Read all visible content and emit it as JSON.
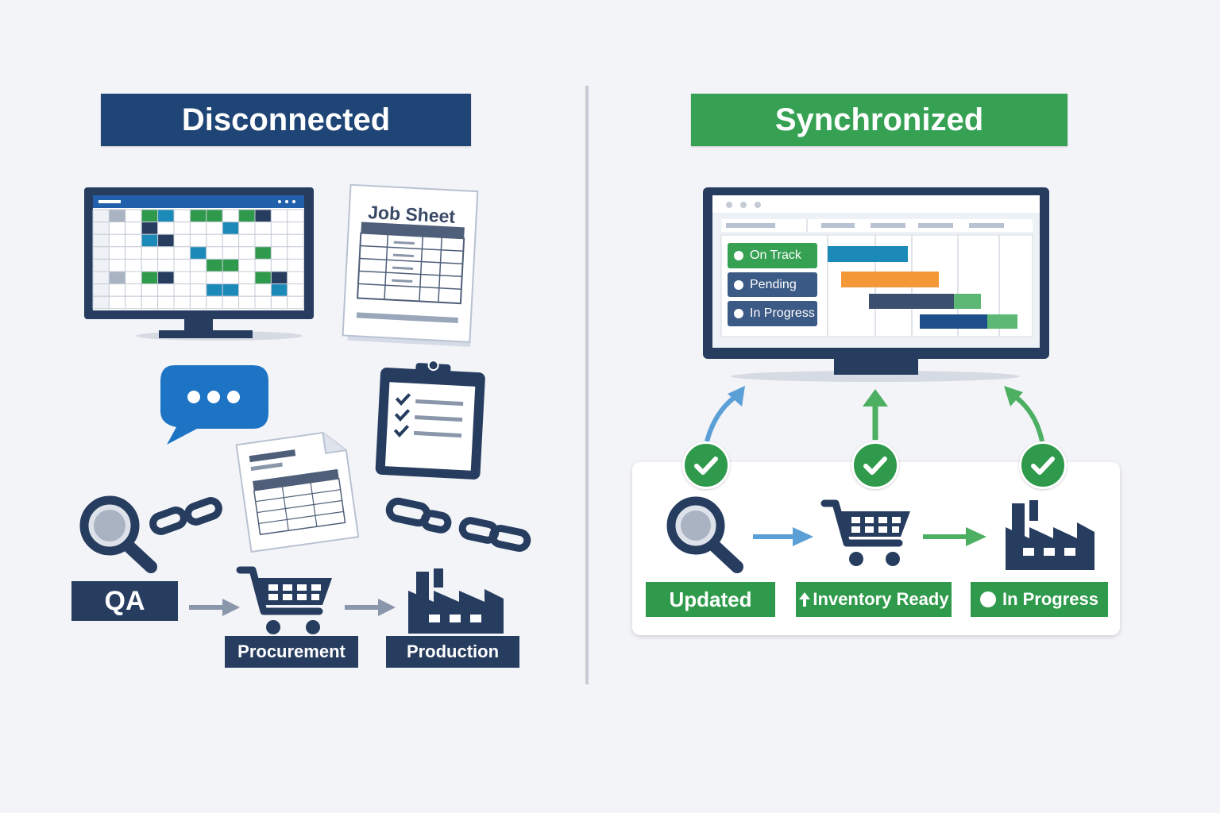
{
  "left_panel": {
    "title": "Disconnected",
    "job_sheet_title": "Job Sheet",
    "labels": {
      "qa": "QA",
      "procurement": "Procurement",
      "production": "Production"
    }
  },
  "right_panel": {
    "title": "Synchronized",
    "status_pills": {
      "on_track": "On Track",
      "pending": "Pending",
      "in_progress": "In Progress"
    },
    "flow_labels": {
      "updated": "Updated",
      "inventory_ready": "Inventory Ready",
      "in_progress": "In Progress"
    }
  },
  "colors": {
    "navy": "#273d5f",
    "header_blue": "#1f4576",
    "header_green": "#36a153",
    "green": "#2f9a4b",
    "teal": "#1b8ab8",
    "orange": "#f49736",
    "light_green": "#5cb874",
    "chat_blue": "#1e74c4"
  }
}
